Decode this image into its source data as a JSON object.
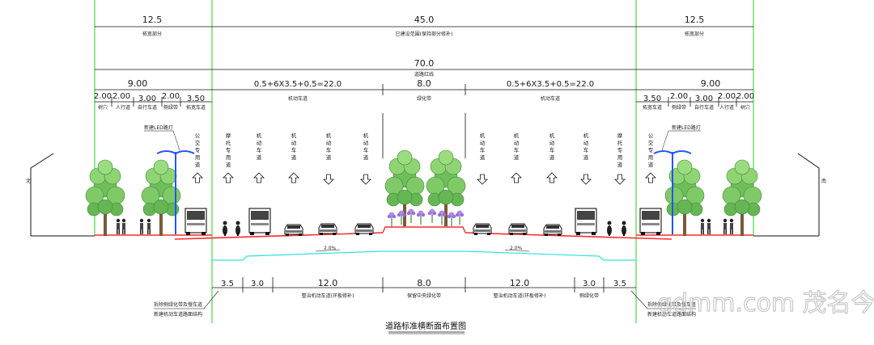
{
  "top_dims": {
    "left_extension": {
      "value": "12.5",
      "label": "拓宽部分"
    },
    "built": {
      "value": "45.0",
      "label": "已建设范围(保持部分修补)"
    },
    "right_extension": {
      "value": "12.5",
      "label": "拓宽部分"
    }
  },
  "total": {
    "value": "70.0",
    "label": "道路红线"
  },
  "left_side": {
    "value": "9.00",
    "sub1": "2.00",
    "sub2": "2.00",
    "sub3": "3.00",
    "sub4": "2.00",
    "sub5": "3.50"
  },
  "left_carriageway": {
    "value": "0.5+6X3.5+0.5=22.0",
    "label": "机动车道"
  },
  "median": {
    "value": "8.0",
    "label": "绿化带"
  },
  "right_carriageway": {
    "value": "0.5+6X3.5+0.5=22.0",
    "label": "机动车道"
  },
  "right_side": {
    "value": "9.00",
    "sub1": "3.50",
    "sub2": "2.00",
    "sub3": "3.00",
    "sub4": "2.00",
    "sub5": "2.00"
  },
  "lane_labels_left": [
    "树穴",
    "人行道",
    "自行车道",
    "侧绿带",
    "拓宽车道"
  ],
  "lane_labels_right": [
    "拓宽车道",
    "侧绿带",
    "自行车道",
    "人行道",
    "树穴"
  ],
  "lamp_labels": {
    "left": "新建LED路灯",
    "right": "新建LED路灯"
  },
  "vertical_labels_left": [
    "公交专用道",
    "摩托专用道",
    "机动车道",
    "机动车道",
    "机动车道",
    "机动车道"
  ],
  "vertical_labels_right": [
    "机动车道",
    "机动车道",
    "机动车道",
    "机动车道",
    "摩托专用道",
    "公交专用道"
  ],
  "directions": {
    "north": "北",
    "south": "南"
  },
  "slopes": {
    "left": "2.0%",
    "right": "2.0%"
  },
  "bottom_dims": [
    {
      "value": "3.5",
      "label": ""
    },
    {
      "value": "3.0",
      "label": ""
    },
    {
      "value": "12.0",
      "label": "整治机动车道(环板修补)"
    },
    {
      "value": "8.0",
      "label": "保留中央绿化带"
    },
    {
      "value": "12.0",
      "label": "整治机动车道(环板修补)"
    },
    {
      "value": "3.0",
      "label": "侧绿化带"
    },
    {
      "value": "3.5",
      "label": ""
    }
  ],
  "notes": {
    "left_1": "拆除侧绿化带及慢车道",
    "left_2": "新建机动车道路面结构",
    "right_1": "拆除侧绿化带及慢车道",
    "right_2": "新建机动车道路面结构"
  },
  "title": "道路标准横断面布置图",
  "watermark": "gdmm.com 茂名今日聚焦",
  "colors": {
    "guide": "#39d339",
    "road": "#ff2a2a",
    "base": "#33e0e0",
    "lamp": "#2255ff",
    "tree": "#4aa64a",
    "flower": "#a77be0"
  }
}
